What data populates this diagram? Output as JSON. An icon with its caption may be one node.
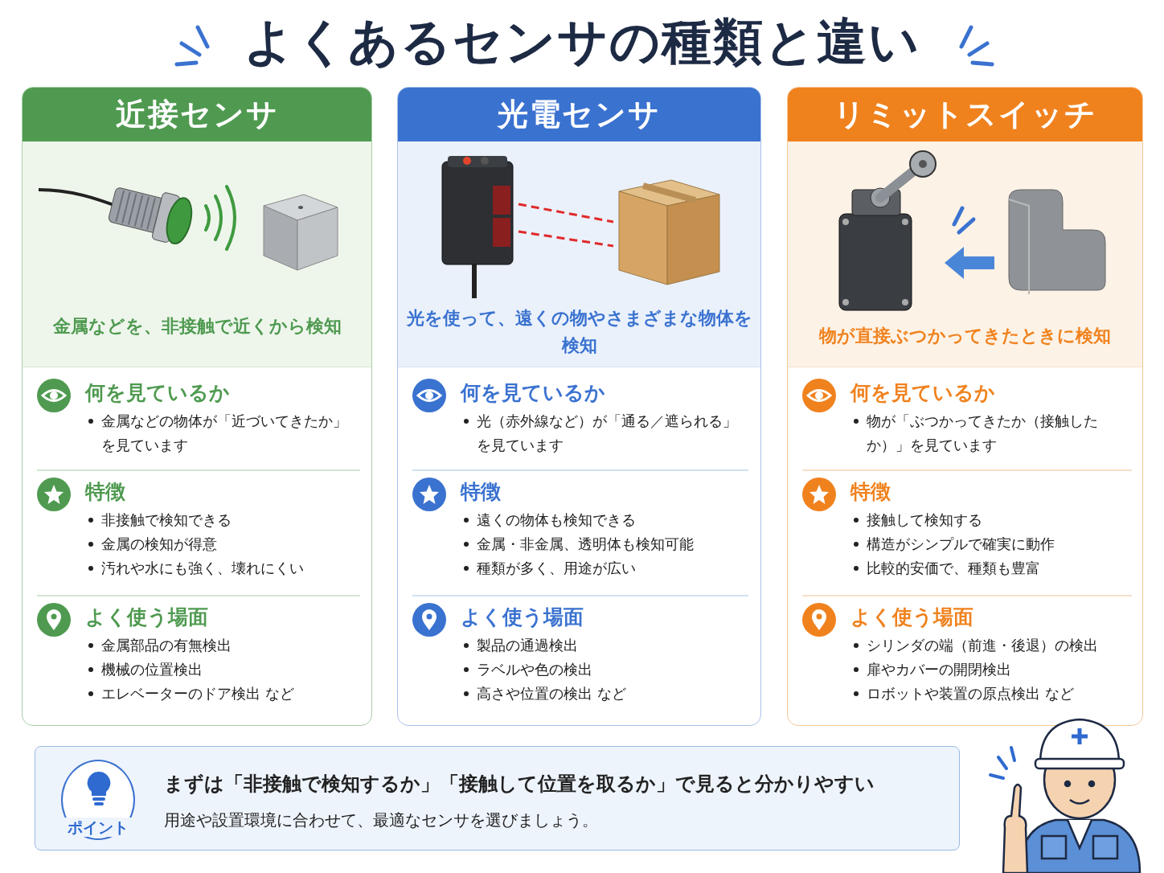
{
  "diagram": {
    "title": "よくあるセンサの種類と違い",
    "nodes": [
      {
        "text": [
          "近接センサ",
          "金属などを、非接触で近くから検知"
        ]
      },
      {
        "text": [
          "何を見ているか",
          "金属などの物体が「近づいてきたか」を見ています"
        ],
        "in": 0
      },
      {
        "text": [
          "特徴",
          "非接触で検知できる",
          "金属の検知が得意",
          "汚れや水にも強く、壊れにくい"
        ],
        "in": 0
      },
      {
        "text": [
          "よく使う場面",
          "金属部品の有無検出",
          "機械の位置検出",
          "エレベーターのドア検出 など"
        ],
        "in": 0
      },
      {
        "text": [
          "光電センサ",
          "光を使って、遠くの物やさまざまな物体を検知"
        ]
      },
      {
        "text": [
          "何を見ているか",
          "光（赤外線など）が「通る／遮られる」を見ています"
        ],
        "in": 4
      },
      {
        "text": [
          "特徴",
          "遠くの物体も検知できる",
          "金属・非金属、透明体も検知可能",
          "種類が多く、用途が広い"
        ],
        "in": 4
      },
      {
        "text": [
          "よく使う場面",
          "製品の通過検出",
          "ラベルや色の検出",
          "高さや位置の検出 など"
        ],
        "in": 4
      },
      {
        "text": [
          "リミットスイッチ",
          "物が直接ぶつかってきたときに検知"
        ]
      },
      {
        "text": [
          "何を見ているか",
          "物が「ぶつかってきたか（接触したか）」を見ています"
        ],
        "in": 8
      },
      {
        "text": [
          "特徴",
          "接触して検知する",
          "構造がシンプルで確実に動作",
          "比較的安価で、種類も豊富"
        ],
        "in": 8
      },
      {
        "text": [
          "よく使う場面",
          "シリンダの端（前進・後退）の検出",
          "扉やカバーの開閉検出",
          "ロボットや装置の原点検出 など"
        ],
        "in": 8
      },
      {
        "text": [
          "まずは「非接触で検知するか」「接触して位置を取るか」で見ると分かりやすい",
          "用途や設置環境に合わせて、最適なセンサを選びましょう。"
        ]
      },
      {
        "text": [
          "ポイント"
        ],
        "in": 12
      }
    ]
  }
}
